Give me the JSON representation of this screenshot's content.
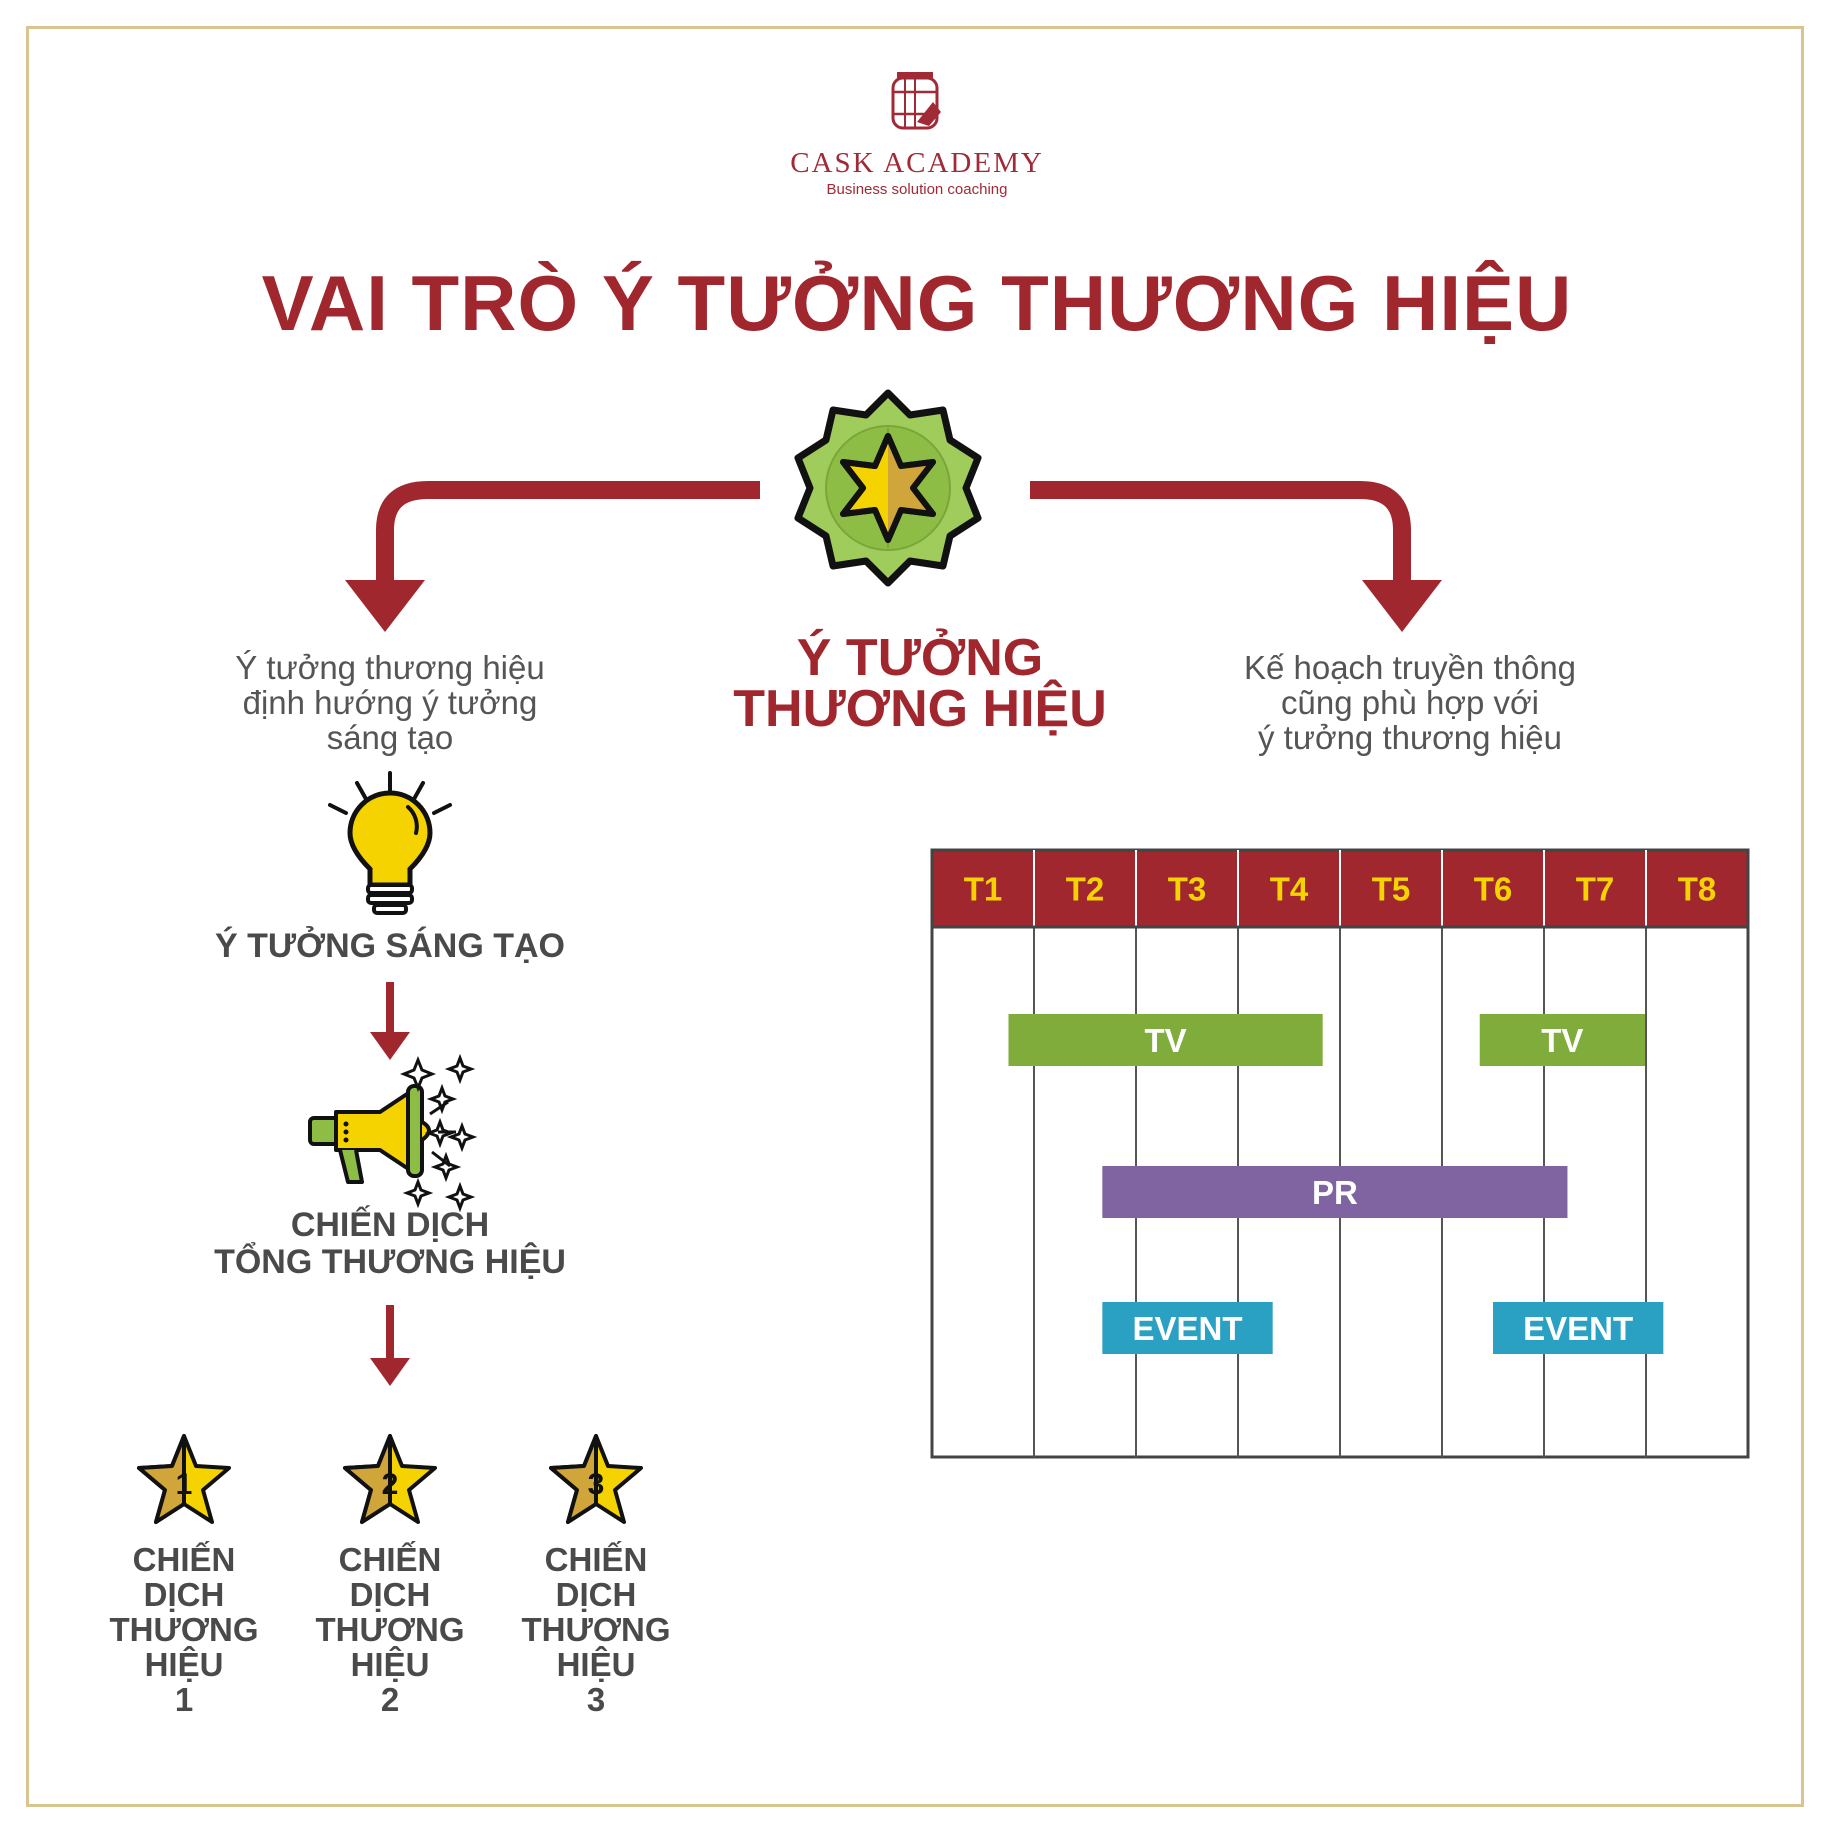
{
  "brand": {
    "name": "CASK ACADEMY",
    "tagline": "Business solution coaching"
  },
  "title": "VAI TRÒ Ý TƯỞNG THƯƠNG HIỆU",
  "center": {
    "line1": "Ý TƯỞNG",
    "line2": "THƯƠNG HIỆU"
  },
  "left_desc": [
    "Ý tưởng thương hiệu",
    "định hướng ý tưởng",
    "sáng tạo"
  ],
  "right_desc": [
    "Kế hoạch truyền thông",
    "cũng phù hợp với",
    "ý tưởng thương hiệu"
  ],
  "stage1": "Ý TƯỞNG SÁNG TẠO",
  "stage2": [
    "CHIẾN DỊCH",
    "TỔNG THƯƠNG HIỆU"
  ],
  "campaigns": [
    {
      "num": "1",
      "lines": [
        "CHIẾN",
        "DỊCH",
        "THƯƠNG",
        "HIỆU",
        "1"
      ]
    },
    {
      "num": "2",
      "lines": [
        "CHIẾN",
        "DỊCH",
        "THƯƠNG",
        "HIỆU",
        "2"
      ]
    },
    {
      "num": "3",
      "lines": [
        "CHIẾN",
        "DỊCH",
        "THƯƠNG",
        "HIỆU",
        "3"
      ]
    }
  ],
  "colors": {
    "brand": "#a1272f",
    "tv": "#7fac3a",
    "pr": "#8064a2",
    "event": "#2aa1c3",
    "month_text": "#f5d300"
  },
  "chart_data": {
    "type": "table",
    "months": [
      "T1",
      "T2",
      "T3",
      "T4",
      "T5",
      "T6",
      "T7",
      "T8"
    ],
    "bars": [
      {
        "label": "TV",
        "start": 1.75,
        "end": 4.83,
        "row": 0,
        "color": "#7fac3a"
      },
      {
        "label": "TV",
        "start": 6.37,
        "end": 7.99,
        "row": 0,
        "color": "#7fac3a"
      },
      {
        "label": "PR",
        "start": 2.67,
        "end": 7.23,
        "row": 1,
        "color": "#8064a2"
      },
      {
        "label": "EVENT",
        "start": 2.67,
        "end": 4.34,
        "row": 2,
        "color": "#2aa1c3"
      },
      {
        "label": "EVENT",
        "start": 6.5,
        "end": 8.17,
        "row": 2,
        "color": "#2aa1c3"
      }
    ]
  }
}
